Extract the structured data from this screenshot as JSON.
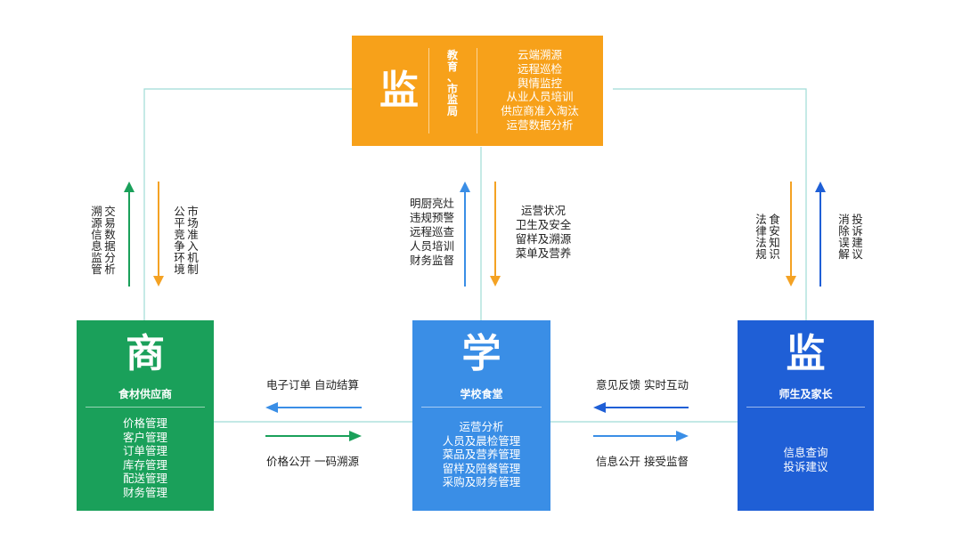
{
  "top": {
    "char": "监",
    "org_chars": [
      "教",
      "育",
      "、",
      "市",
      "监",
      "局"
    ],
    "items": [
      "云端溯源",
      "远程巡检",
      "舆情监控",
      "从业人员培训",
      "供应商准入淘汰",
      "运营数据分析"
    ]
  },
  "left_box": {
    "char": "商",
    "title": "食材供应商",
    "items": [
      "价格管理",
      "客户管理",
      "订单管理",
      "库存管理",
      "配送管理",
      "财务管理"
    ]
  },
  "center_box": {
    "char": "学",
    "title": "学校食堂",
    "items": [
      "运营分析",
      "人员及晨检管理",
      "菜品及营养管理",
      "留样及陪餐管理",
      "采购及财务管理"
    ]
  },
  "right_box": {
    "char": "监",
    "title": "师生及家长",
    "items": [
      "信息查询",
      "投诉建议"
    ]
  },
  "flows": {
    "left_up_cols": [
      "溯源信息监管",
      "交易数据分析"
    ],
    "left_down_cols": [
      "公平竞争环境",
      "市场准入机制"
    ],
    "center_up_lines": [
      "明厨亮灶",
      "违规预警",
      "远程巡查",
      "人员培训",
      "财务监督"
    ],
    "center_down_lines": [
      "运营状况",
      "卫生及安全",
      "留样及溯源",
      "菜单及营养"
    ],
    "right_down_cols": [
      "法律法规",
      "食安知识"
    ],
    "right_up_cols": [
      "消除误解",
      "投诉建议"
    ],
    "lc_top": "电子订单 自动结算",
    "lc_bottom": "价格公开 一码溯源",
    "cr_top": "意见反馈 实时互动",
    "cr_bottom": "信息公开 接受监督"
  },
  "colors": {
    "orange": "#F7A11A",
    "green": "#1AA05A",
    "blue_center": "#3A8EE6",
    "blue_right": "#1F5FD6",
    "connector": "#9FDCD6",
    "arrow_green": "#1AA05A",
    "arrow_orange": "#F4A223",
    "arrow_blue": "#3A8EE6",
    "arrow_navy": "#1F5FD6"
  }
}
